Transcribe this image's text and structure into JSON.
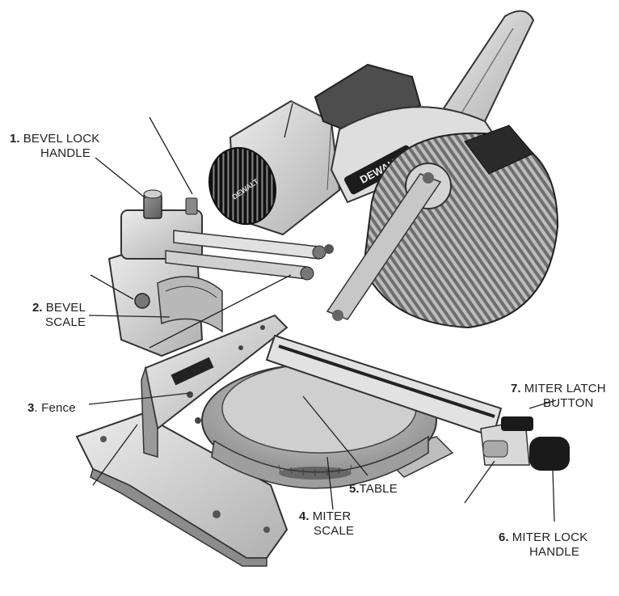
{
  "labels": [
    {
      "num": "1.",
      "line1": "BEVEL LOCK",
      "line2": "HANDLE"
    },
    {
      "num": "2.",
      "line1": "BEVEL",
      "line2": "SCALE"
    },
    {
      "num": "3",
      "line1": ". Fence",
      "line2": ""
    },
    {
      "num": "4.",
      "line1": "MITER",
      "line2": "SCALE"
    },
    {
      "num": "5.",
      "line1": "TABLE",
      "line2": ""
    },
    {
      "num": "6.",
      "line1": "MITER LOCK",
      "line2": "HANDLE"
    },
    {
      "num": "7.",
      "line1": "MITER LATCH",
      "line2": "BUTTON"
    }
  ],
  "brand": {
    "logo_text": "DEWALT",
    "motor_text": "DEWALT"
  },
  "colors": {
    "ink": "#222222",
    "metal_light": "#d9d9d9",
    "metal_mid": "#b5b5b5",
    "metal_dark": "#7d7d7d",
    "black": "#1c1c1c"
  }
}
